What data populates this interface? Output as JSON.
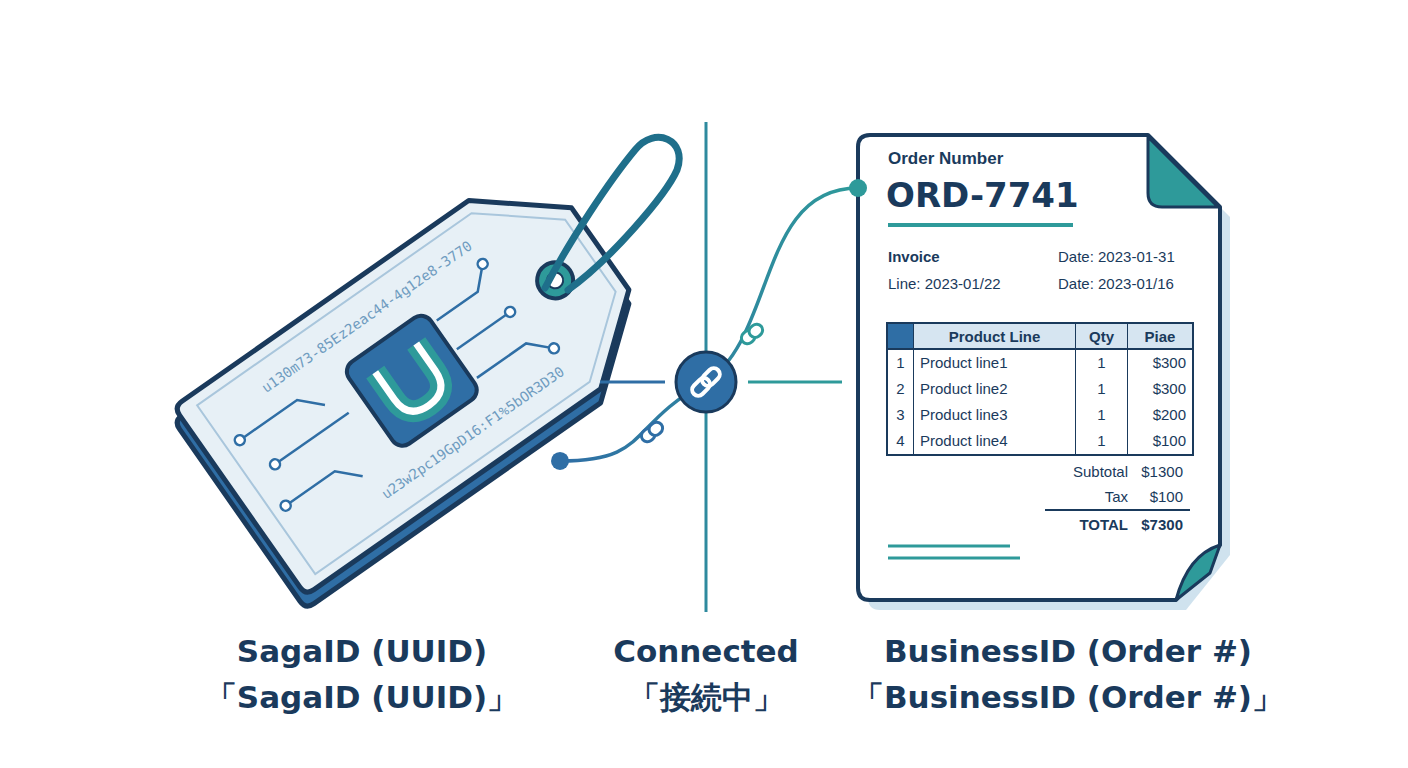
{
  "diagram": {
    "nodes": [
      {
        "text": [
          "u130m73-85Ez2eac44-4g12e8-3770",
          "u23w2pc19GpD16:F1%5bOR3D30"
        ]
      },
      {
        "text": [
          "Order Number",
          "ORD-7741",
          "Invoice",
          "Date: 2023-01-31",
          "Line: 2023-01/22",
          "Date: 2023-01/16",
          "Subtotal",
          "$1300",
          "Tax",
          "$100",
          "TOTAL",
          "$7300"
        ]
      },
      {
        "text": [
          "Product Line",
          "Qty",
          "Piae",
          "1",
          "Product line1",
          "1",
          "$300",
          "2",
          "Product line2",
          "1",
          "$300",
          "3",
          "Product line3",
          "1",
          "$200",
          "4",
          "Product line4",
          "1",
          "$100"
        ],
        "in": 1
      }
    ],
    "edges": [
      {
        "from": 0,
        "to": 1,
        "arrow": "none"
      }
    ],
    "labels": [
      "SagaID (UUID)",
      "「SagaID (UUID)」",
      "Connected",
      "「接続中」",
      "BusinessID (Order #)",
      "「BusinessID (Order #)」"
    ]
  }
}
